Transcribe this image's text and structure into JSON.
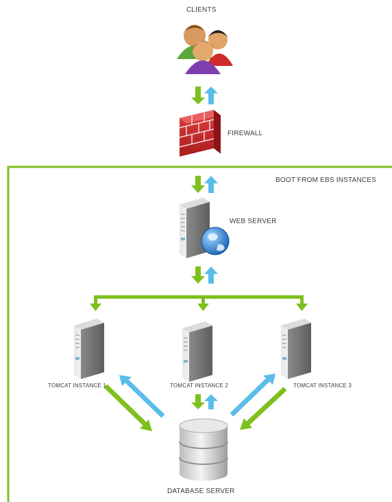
{
  "nodes": {
    "clients": "CLIENTS",
    "firewall": "FIREWALL",
    "web_server": "WEB SERVER",
    "tomcat_1": "TOMCAT INSTANCE 1",
    "tomcat_2": "TOMCAT INSTANCE 2",
    "tomcat_3": "TOMCAT INSTANCE 3",
    "database": "DATABASE SERVER"
  },
  "group": {
    "label": "BOOT FROM EBS INSTANCES"
  },
  "colors": {
    "green": "#7dc01e",
    "blue": "#5bbde9",
    "brick": "#c8282b",
    "server_gray": "#9a9a9a"
  },
  "icons": [
    "people-icon",
    "firewall-brick-icon",
    "server-tower-icon",
    "globe-icon",
    "database-cylinder-icon"
  ]
}
